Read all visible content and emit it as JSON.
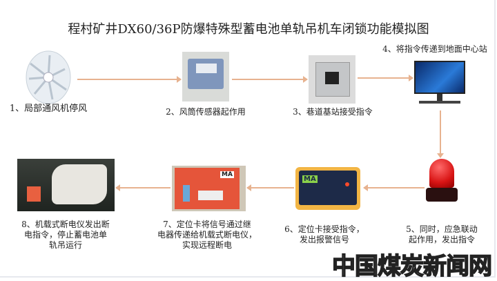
{
  "title": "程村矿井DX60/36P防爆特殊型蓄电池单轨吊机车闭锁功能模拟图",
  "steps": [
    {
      "label": "1、局部通风机停风",
      "icon": "fan-icon"
    },
    {
      "label": "2、风筒传感器起作用",
      "icon": "sensor-icon"
    },
    {
      "label": "3、巷道基站接受指令",
      "icon": "base-station-icon"
    },
    {
      "label": "4、将指令传递到地面中心站",
      "icon": "computer-monitor-icon"
    },
    {
      "label_lines": [
        "5、同时，应急联动",
        "起作用，发出指令"
      ],
      "icon": "alarm-light-icon"
    },
    {
      "label_lines": [
        "6、定位卡接受指令，",
        "发出报警信号"
      ],
      "icon": "locator-card-icon"
    },
    {
      "label_lines": [
        "7、定位卡将信号通过继",
        "电器传递给机载式断电仪，",
        "实现远程断电"
      ],
      "icon": "power-cutoff-box-icon"
    },
    {
      "label_lines": [
        "8、机载式断电仪发出断",
        "电指令，停止蓄电池单",
        "轨吊运行"
      ],
      "icon": "monorail-locomotive-icon"
    }
  ],
  "card_badge": "MA",
  "box_badge": "MA",
  "watermark": "中国煤炭新闻网",
  "colors": {
    "arrow": "#e7b28f",
    "box_red": "#e5553a",
    "light_red": "#d81414"
  }
}
